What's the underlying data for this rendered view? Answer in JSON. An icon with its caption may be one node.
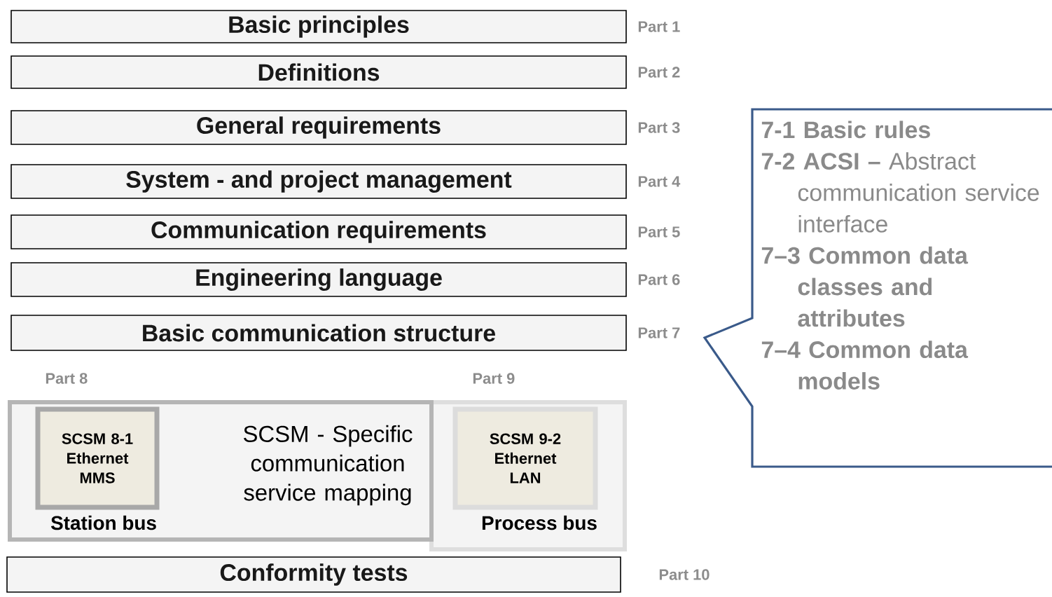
{
  "diagram": {
    "nodes": [
      {
        "text": [
          "Basic principles"
        ],
        "beside": [
          "Part 1"
        ]
      },
      {
        "text": [
          "Definitions"
        ],
        "beside": [
          "Part 2"
        ]
      },
      {
        "text": [
          "General requirements"
        ],
        "beside": [
          "Part 3"
        ]
      },
      {
        "text": [
          "System - and project management"
        ],
        "beside": [
          "Part 4"
        ]
      },
      {
        "text": [
          "Communication requirements"
        ],
        "beside": [
          "Part 5"
        ]
      },
      {
        "text": [
          "Engineering language"
        ],
        "beside": [
          "Part 6"
        ]
      },
      {
        "text": [
          "Basic communication structure"
        ],
        "beside": [
          "Part 7"
        ]
      },
      {
        "text": [
          "SCSM - Specific communication service mapping",
          "Station bus"
        ],
        "beside": [
          "Part 8"
        ]
      },
      {
        "text": [
          "SCSM 8-1 Ethernet MMS"
        ],
        "in": 7
      },
      {
        "text": [
          "Process bus"
        ],
        "beside": [
          "Part 9"
        ]
      },
      {
        "text": [
          "SCSM 9-2 Ethernet LAN"
        ],
        "in": 9
      },
      {
        "text": [
          "Conformity tests"
        ],
        "beside": [
          "Part 10"
        ]
      },
      {
        "text": [
          "7-1 Basic rules",
          "**7-2 ACSI –** Abstract communication service interface",
          "7–3 Common data classes and attributes",
          "7–4 Common data models"
        ]
      }
    ]
  }
}
